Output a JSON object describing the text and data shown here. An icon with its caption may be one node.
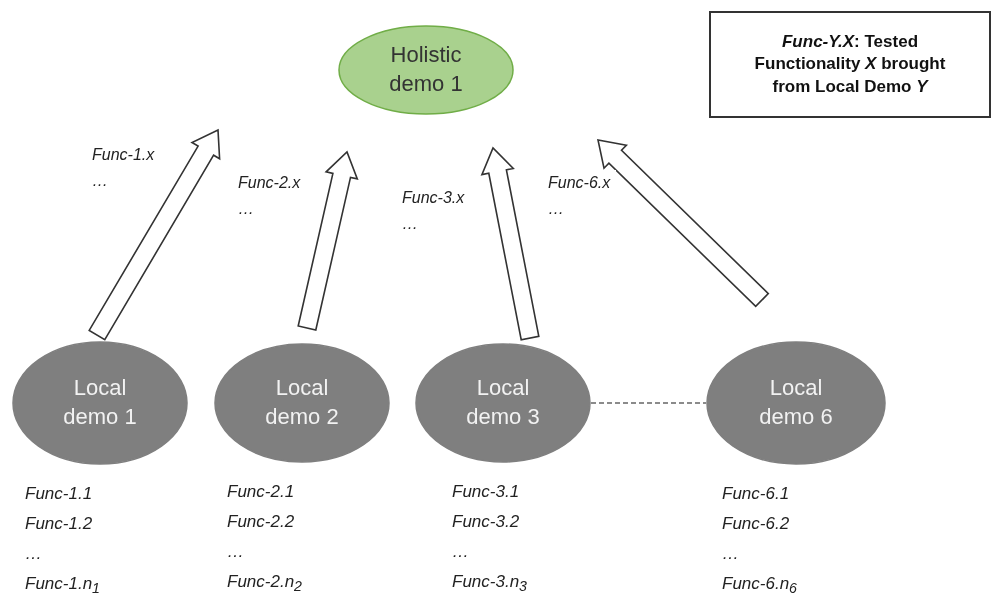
{
  "diagram": {
    "nodes": [
      {
        "text": [
          "Holistic demo 1"
        ]
      },
      {
        "text": [
          "Local demo 1"
        ],
        "beside": [
          "Func-1.1",
          "Func-1.2",
          "…",
          "Func-1.n$_{1}$"
        ]
      },
      {
        "text": [
          "Local demo 2"
        ],
        "beside": [
          "Func-2.1",
          "Func-2.2",
          "…",
          "Func-2.n$_{2}$"
        ]
      },
      {
        "text": [
          "Local demo 3"
        ],
        "beside": [
          "Func-3.1",
          "Func-3.2",
          "…",
          "Func-3.n$_{3}$"
        ]
      },
      {
        "text": [
          "Local demo 6"
        ],
        "beside": [
          "Func-6.1",
          "Func-6.2",
          "…",
          "Func-6.n$_{6}$"
        ]
      },
      {
        "text": [
          "*Func-Y.X*: Tested Functionality *X* brought from Local Demo *Y*"
        ]
      }
    ],
    "edges": [
      {
        "from": 1,
        "to": 0,
        "arrow": "to",
        "label": "Func-1.x …"
      },
      {
        "from": 2,
        "to": 0,
        "arrow": "to",
        "label": "Func-2.x …"
      },
      {
        "from": 3,
        "to": 0,
        "arrow": "to",
        "label": "Func-3.x …"
      },
      {
        "from": 4,
        "to": 0,
        "arrow": "to",
        "label": "Func-6.x …"
      },
      {
        "from": 3,
        "to": 4,
        "arrow": "none",
        "style": "dashed"
      }
    ]
  }
}
